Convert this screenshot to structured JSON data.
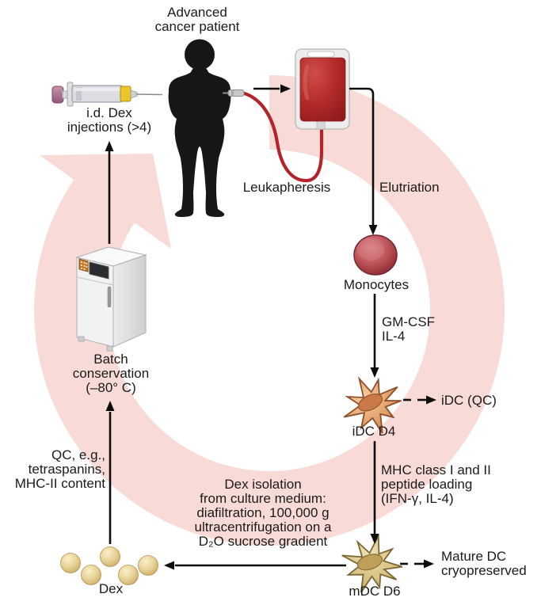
{
  "figure": {
    "description": "Dex (dendritic-cell-derived exosome) manufacturing and vaccination cycle diagram"
  },
  "labels": {
    "patient_title": [
      "Advanced",
      "cancer patient"
    ],
    "injections": [
      "i.d. Dex",
      "injections (>4)"
    ],
    "leukapheresis": "Leukapheresis",
    "elutriation": "Elutriation",
    "monocytes": "Monocytes",
    "cytokines": [
      "GM-CSF",
      "IL-4"
    ],
    "idc_qc": "iDC (QC)",
    "idc_d4": "iDC D4",
    "mhc_loading": [
      "MHC class I and II",
      "peptide loading",
      "(IFN-γ, IL-4)"
    ],
    "mdc_d6": "mDC D6",
    "mature_dc": [
      "Mature DC",
      "cryopreserved"
    ],
    "dex_isolation": [
      "Dex isolation",
      "from culture medium:",
      "diafiltration, 100,000 g",
      "ultracentrifugation on a",
      "D₂O sucrose gradient"
    ],
    "dex": "Dex",
    "qc_block": [
      "QC, e.g.,",
      "tetraspanins,",
      "MHC-II content"
    ],
    "batch": [
      "Batch",
      "conservation",
      "(–80° C)"
    ]
  },
  "colors": {
    "cycle_ring": "#f8dbd7",
    "arrow": "#0d0d0d",
    "blood_red": "#b12a28",
    "tube_red": "#b5232a",
    "monocyte": "#c25b62",
    "idc_cell": "#e2a06a",
    "mdc_cell": "#d8c182",
    "dex_vesicle": "#e9d49a",
    "silhouette": "#171717",
    "syringe_yellow": "#ecc52c",
    "syringe_mauve": "#a97390"
  }
}
